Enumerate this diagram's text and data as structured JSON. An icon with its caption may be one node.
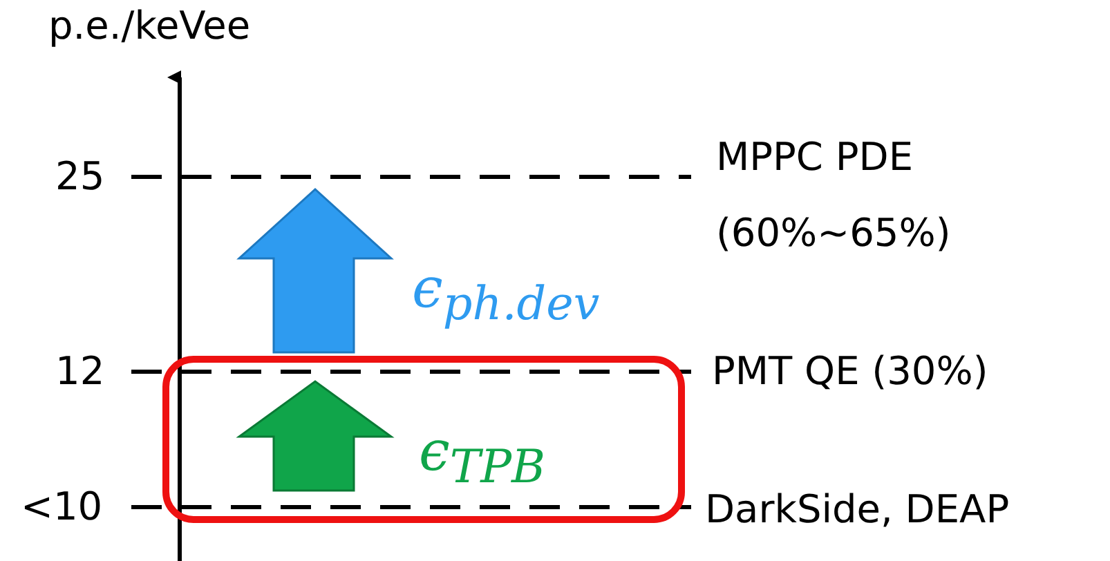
{
  "diagram": {
    "labels": [
      "p.e./keVee",
      "25",
      "12",
      "<10",
      "MPPC PDE (60%~65%)",
      "PMT QE (30%)",
      "DarkSide, DEAP",
      "ϵ$_{ph.dev}$",
      "ϵ$_{TPB}$"
    ]
  }
}
